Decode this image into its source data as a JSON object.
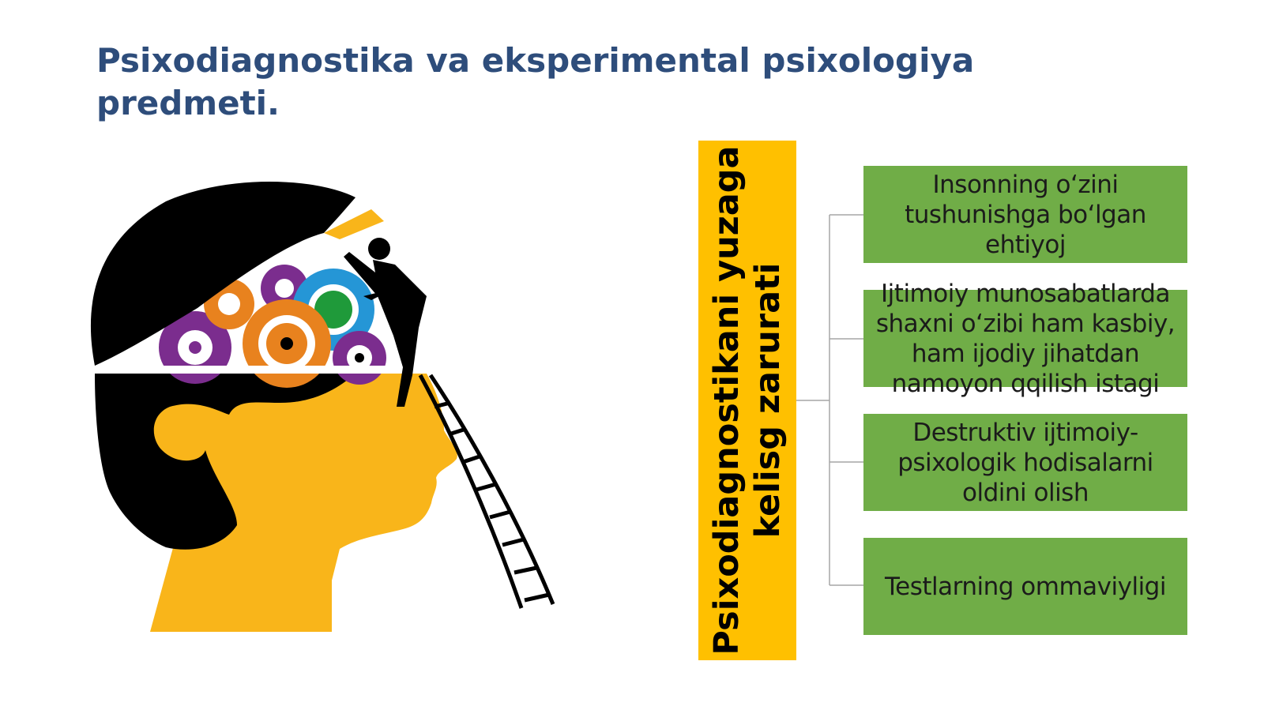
{
  "slide": {
    "title": "Psixodiagnostika va eksperimental psixologiya predmeti."
  },
  "diagram": {
    "central_label": "Psixodiagnostikani yuzaga kelisg zarurati",
    "central_color": "#ffc000",
    "box_color": "#70ad47",
    "connector_color": "#a6a6a6",
    "items": [
      {
        "label": "Insonning o‘zini tushunishga bo‘lgan ehtiyoj"
      },
      {
        "label": "Ijtimoiy munosabatlarda shaxni o‘zibi ham kasbiy, ham ijodiy jihatdan namoyon qqilish istagi"
      },
      {
        "label": "Destruktiv ijtimoiy-psixologik hodisalarni oldini olish"
      },
      {
        "label": "Testlarning ommaviyligi"
      }
    ]
  },
  "illustration": {
    "icon": "head-with-gears-and-ladder-icon",
    "colors": {
      "hair": "#000000",
      "face": "#f9b51a",
      "gear_purple": "#7b2d8e",
      "gear_orange": "#e8821e",
      "gear_blue": "#2596d6",
      "gear_green": "#1f9a3a"
    }
  }
}
